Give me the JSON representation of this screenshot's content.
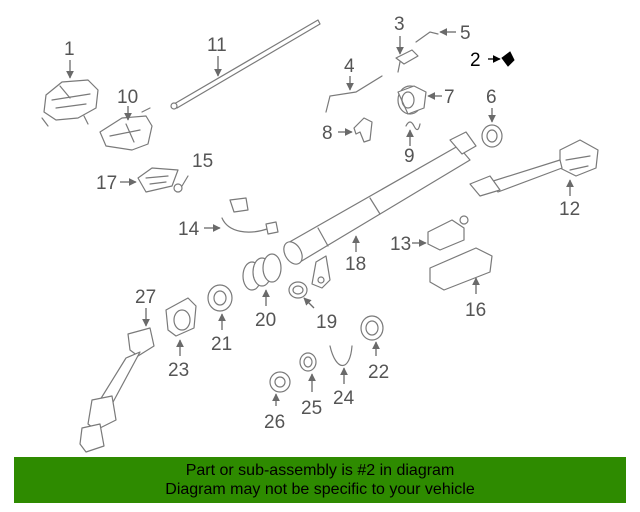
{
  "callouts": {
    "c1": "1",
    "c2": "2",
    "c3": "3",
    "c4": "4",
    "c5": "5",
    "c6": "6",
    "c7": "7",
    "c8": "8",
    "c9": "9",
    "c10": "10",
    "c11": "11",
    "c12": "12",
    "c13": "13",
    "c14": "14",
    "c15": "15",
    "c16": "16",
    "c17": "17",
    "c18": "18",
    "c19": "19",
    "c20": "20",
    "c21": "21",
    "c22": "22",
    "c23": "23",
    "c24": "24",
    "c25": "25",
    "c26": "26",
    "c27": "27"
  },
  "highlighted_part": "2",
  "colors": {
    "banner": "#2e8b00",
    "line_art": "#7a7a7a",
    "highlight": "#000000"
  },
  "banner": {
    "line1": "Part or sub-assembly is #2 in diagram",
    "line2": "Diagram may not be specific to your vehicle"
  }
}
